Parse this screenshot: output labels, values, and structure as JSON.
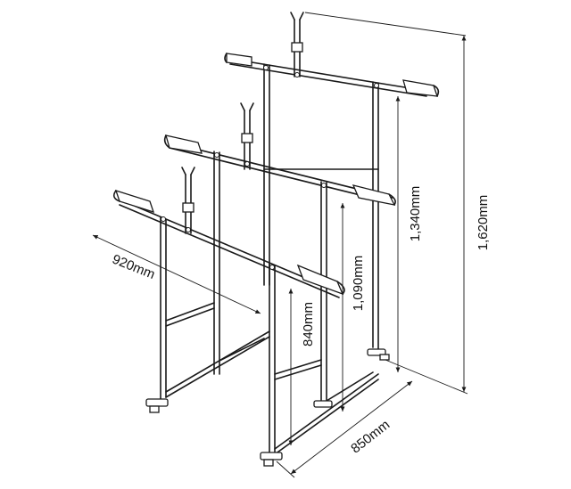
{
  "dimensions": {
    "overall_height": "1,620mm",
    "upper_height": "1,340mm",
    "middle_height": "1,090mm",
    "lower_height": "840mm",
    "depth": "920mm",
    "width": "850mm"
  },
  "colors": {
    "line": "#1a1a1a",
    "background": "#ffffff"
  }
}
